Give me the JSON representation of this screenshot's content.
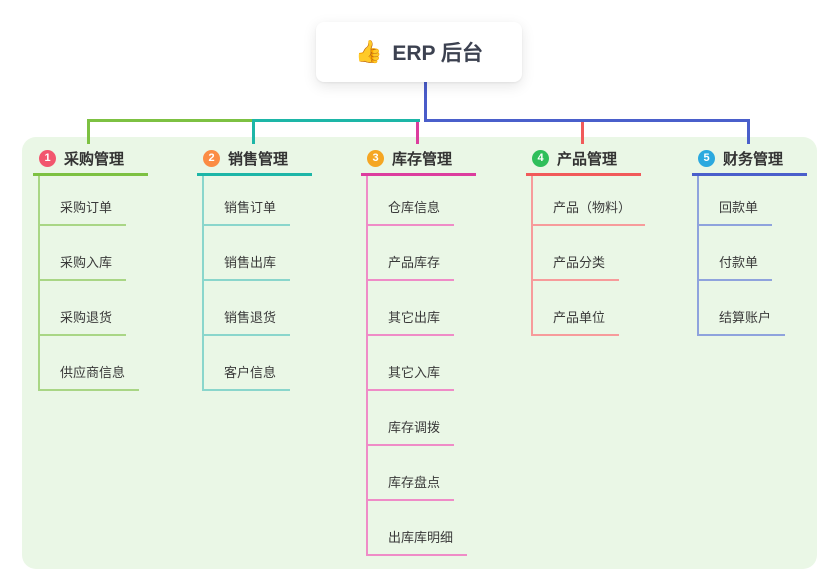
{
  "root": {
    "icon": "👍",
    "title": "ERP 后台"
  },
  "canvas": {
    "background": "#ffffff",
    "panel_background": "#EAF7E6",
    "trunk_color": "#4A5CC9"
  },
  "branches": [
    {
      "index": "1",
      "label": "采购管理",
      "badge_color": "#F2566E",
      "line_color": "#7DC142",
      "sub_line_color": "#A9D685",
      "children": [
        "采购订单",
        "采购入库",
        "采购退货",
        "供应商信息"
      ]
    },
    {
      "index": "2",
      "label": "销售管理",
      "badge_color": "#FB8C44",
      "line_color": "#1DB6A7",
      "sub_line_color": "#8AD6CC",
      "children": [
        "销售订单",
        "销售出库",
        "销售退货",
        "客户信息"
      ]
    },
    {
      "index": "3",
      "label": "库存管理",
      "badge_color": "#F5A623",
      "line_color": "#DC3D9E",
      "sub_line_color": "#EF8CC7",
      "children": [
        "仓库信息",
        "产品库存",
        "其它出库",
        "其它入库",
        "库存调拨",
        "库存盘点",
        "出库库明细"
      ]
    },
    {
      "index": "4",
      "label": "产品管理",
      "badge_color": "#2FBF5B",
      "line_color": "#F15A5A",
      "sub_line_color": "#F79B9B",
      "children": [
        "产品（物料）",
        "产品分类",
        "产品单位"
      ]
    },
    {
      "index": "5",
      "label": "财务管理",
      "badge_color": "#2BA9DF",
      "line_color": "#4A5FCB",
      "sub_line_color": "#8FA3DD",
      "children": [
        "回款单",
        "付款单",
        "结算账户"
      ]
    }
  ]
}
